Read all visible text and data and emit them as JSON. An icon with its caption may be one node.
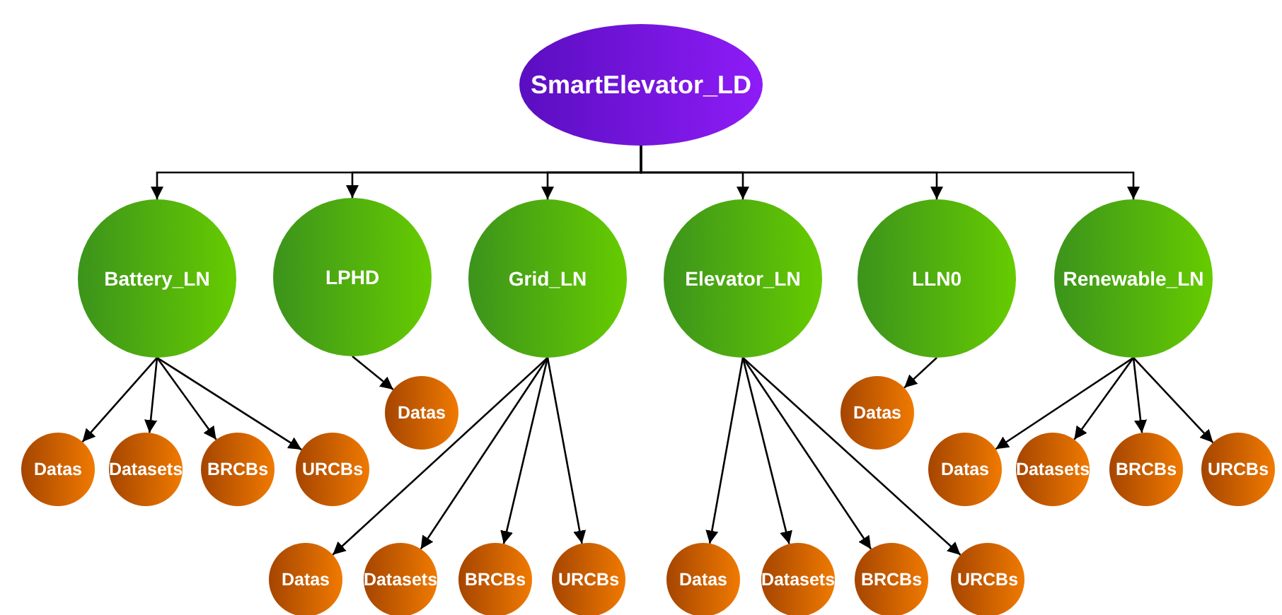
{
  "diagram": {
    "nodes": [
      {
        "text": [
          "SmartElevator_LD"
        ]
      },
      {
        "text": [
          "Battery_LN"
        ]
      },
      {
        "text": [
          "LPHD"
        ]
      },
      {
        "text": [
          "Grid_LN"
        ]
      },
      {
        "text": [
          "Elevator_LN"
        ]
      },
      {
        "text": [
          "LLN0"
        ]
      },
      {
        "text": [
          "Renewable_LN"
        ]
      },
      {
        "text": [
          "Datas"
        ]
      },
      {
        "text": [
          "Datasets"
        ]
      },
      {
        "text": [
          "BRCBs"
        ]
      },
      {
        "text": [
          "URCBs"
        ]
      },
      {
        "text": [
          "Datas"
        ]
      },
      {
        "text": [
          "Datas"
        ]
      },
      {
        "text": [
          "Datasets"
        ]
      },
      {
        "text": [
          "BRCBs"
        ]
      },
      {
        "text": [
          "URCBs"
        ]
      },
      {
        "text": [
          "Datas"
        ]
      },
      {
        "text": [
          "Datasets"
        ]
      },
      {
        "text": [
          "BRCBs"
        ]
      },
      {
        "text": [
          "URCBs"
        ]
      },
      {
        "text": [
          "Datas"
        ]
      },
      {
        "text": [
          "Datas"
        ]
      },
      {
        "text": [
          "Datasets"
        ]
      },
      {
        "text": [
          "BRCBs"
        ]
      },
      {
        "text": [
          "URCBs"
        ]
      }
    ],
    "edges": [
      {
        "from": 0,
        "to": 1,
        "arrow": "to"
      },
      {
        "from": 0,
        "to": 2,
        "arrow": "to"
      },
      {
        "from": 0,
        "to": 3,
        "arrow": "to"
      },
      {
        "from": 0,
        "to": 4,
        "arrow": "to"
      },
      {
        "from": 0,
        "to": 5,
        "arrow": "to"
      },
      {
        "from": 0,
        "to": 6,
        "arrow": "to"
      },
      {
        "from": 1,
        "to": 7,
        "arrow": "to"
      },
      {
        "from": 1,
        "to": 8,
        "arrow": "to"
      },
      {
        "from": 1,
        "to": 9,
        "arrow": "to"
      },
      {
        "from": 1,
        "to": 10,
        "arrow": "to"
      },
      {
        "from": 2,
        "to": 11,
        "arrow": "to"
      },
      {
        "from": 3,
        "to": 12,
        "arrow": "to"
      },
      {
        "from": 3,
        "to": 13,
        "arrow": "to"
      },
      {
        "from": 3,
        "to": 14,
        "arrow": "to"
      },
      {
        "from": 3,
        "to": 15,
        "arrow": "to"
      },
      {
        "from": 4,
        "to": 16,
        "arrow": "to"
      },
      {
        "from": 4,
        "to": 17,
        "arrow": "to"
      },
      {
        "from": 4,
        "to": 18,
        "arrow": "to"
      },
      {
        "from": 4,
        "to": 19,
        "arrow": "to"
      },
      {
        "from": 5,
        "to": 20,
        "arrow": "to"
      },
      {
        "from": 6,
        "to": 21,
        "arrow": "to"
      },
      {
        "from": 6,
        "to": 22,
        "arrow": "to"
      },
      {
        "from": 6,
        "to": 23,
        "arrow": "to"
      },
      {
        "from": 6,
        "to": 24,
        "arrow": "to"
      }
    ]
  }
}
